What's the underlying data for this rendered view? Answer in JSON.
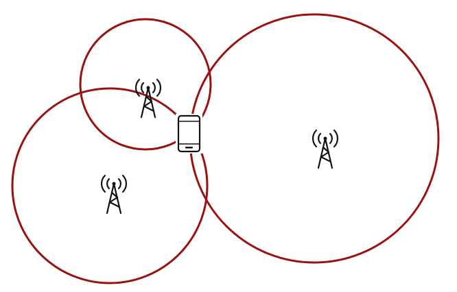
{
  "diagram": {
    "type": "trilateration",
    "colors": {
      "circle_stroke": "#9b1111",
      "icon_stroke": "#111111",
      "background": "#ffffff"
    },
    "towers": [
      {
        "name": "cell-tower-top",
        "icon": "cell-tower-icon"
      },
      {
        "name": "cell-tower-left",
        "icon": "cell-tower-icon"
      },
      {
        "name": "cell-tower-right",
        "icon": "cell-tower-icon"
      }
    ],
    "device": {
      "icon": "smartphone-icon"
    }
  }
}
